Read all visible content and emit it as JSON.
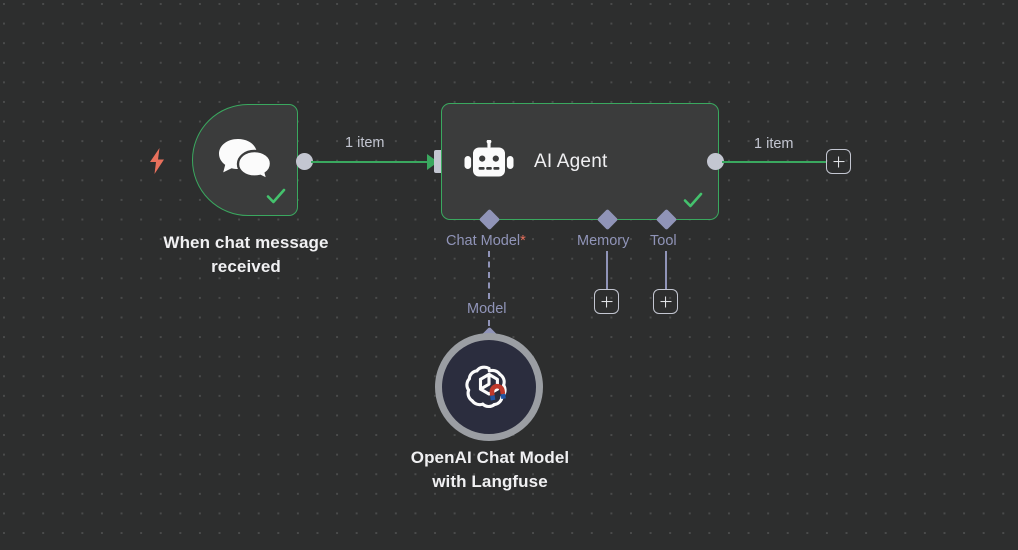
{
  "canvas": {
    "background_color": "#2d2e2e",
    "dot_color": "#4a4b4b",
    "accent_green": "#3aa85f",
    "connector_purple": "#9094b8",
    "port_gray": "#c3c6d1",
    "trigger_orange": "#e8705c"
  },
  "nodes": {
    "trigger": {
      "title": "When chat message\nreceived",
      "icon": "chat-bubbles-icon",
      "status": "success",
      "bolt_icon": "lightning-bolt-icon",
      "check_icon": "check-icon"
    },
    "agent": {
      "title": "AI Agent",
      "icon": "robot-icon",
      "status": "success",
      "check_icon": "check-icon"
    },
    "model": {
      "title": "OpenAI Chat Model\nwith Langfuse",
      "icon": "openai-logo-icon",
      "badge_icon": "magnet-icon"
    }
  },
  "connections": {
    "trigger_to_agent": {
      "label": "1 item"
    },
    "agent_to_next": {
      "label": "1 item"
    },
    "chat_model": {
      "label": "Chat Model",
      "required_marker": "*",
      "sub_label": "Model"
    },
    "memory": {
      "label": "Memory"
    },
    "tool": {
      "label": "Tool"
    }
  },
  "buttons": {
    "add_main": "+",
    "add_memory": "+",
    "add_tool": "+"
  }
}
